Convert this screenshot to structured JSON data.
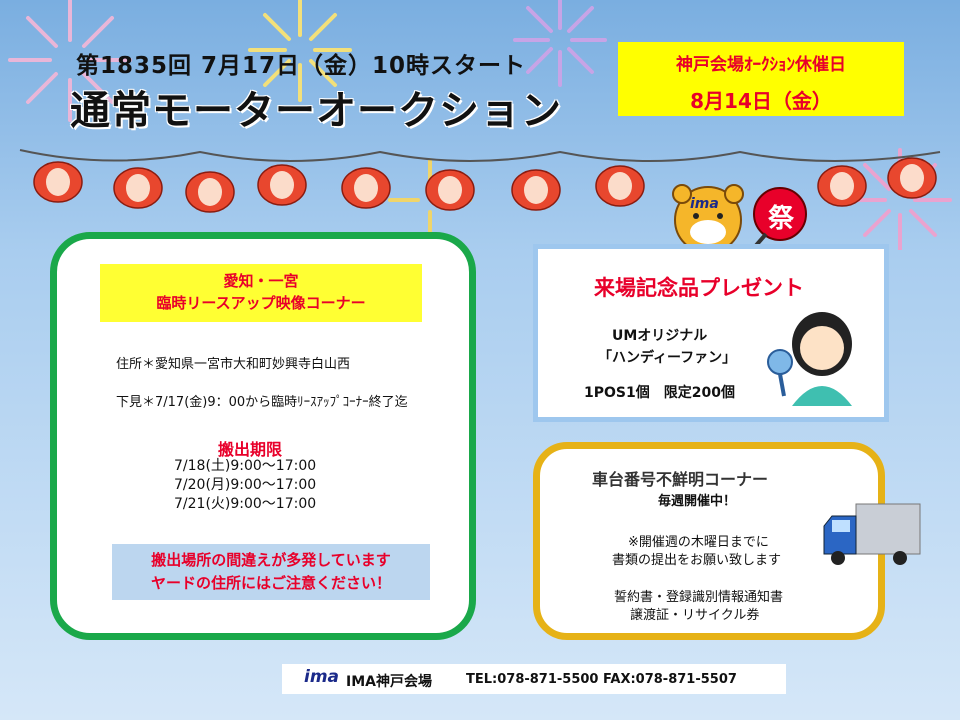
{
  "header": {
    "line1": "第1835回 7月17日（金）10時スタート",
    "title": "通常モーターオークション"
  },
  "closed_notice": {
    "line1": "神戸会場ｵｰｸｼｮﾝ休催日",
    "line2": "8月14日（金）"
  },
  "left_panel": {
    "heading_line1": "愛知・一宮",
    "heading_line2": "臨時リースアップ映像コーナー",
    "address": "住所＊愛知県一宮市大和町妙興寺白山西",
    "preview": "下見＊7/17(金)9：00から臨時ﾘｰｽｱｯﾌﾟｺｰﾅｰ終了迄",
    "deadline_label": "搬出期限",
    "deadlines": [
      "7/18(土)9:00～17:00",
      "7/20(月)9:00～17:00",
      "7/21(火)9:00～17:00"
    ],
    "warning_line1": "搬出場所の間違えが多発しています",
    "warning_line2": "ヤードの住所にはご注意ください！"
  },
  "gift_panel": {
    "title": "来場記念品プレゼント",
    "item_line1": "UMオリジナル",
    "item_line2": "「ハンディーファン」",
    "limit": "1POS1個　限定200個"
  },
  "unknown_panel": {
    "title": "車台番号不鮮明コーナー",
    "subtitle": "毎週開催中！",
    "note_line1": "※開催週の木曜日までに",
    "note_line2": "書類の提出をお願い致します",
    "docs_line1": "誓約書・登録識別情報通知書",
    "docs_line2": "譲渡証・リサイクル券"
  },
  "mascot": {
    "logo": "ima",
    "fan_char": "祭"
  },
  "footer": {
    "logo": "ima",
    "venue": "IMA神戸会場",
    "contact": "TEL:078-871-5500 FAX:078-871-5507"
  },
  "colors": {
    "accent_red": "#e8002a",
    "green": "#1aa84a",
    "gold": "#e6b217",
    "yellow": "#ffff00"
  }
}
